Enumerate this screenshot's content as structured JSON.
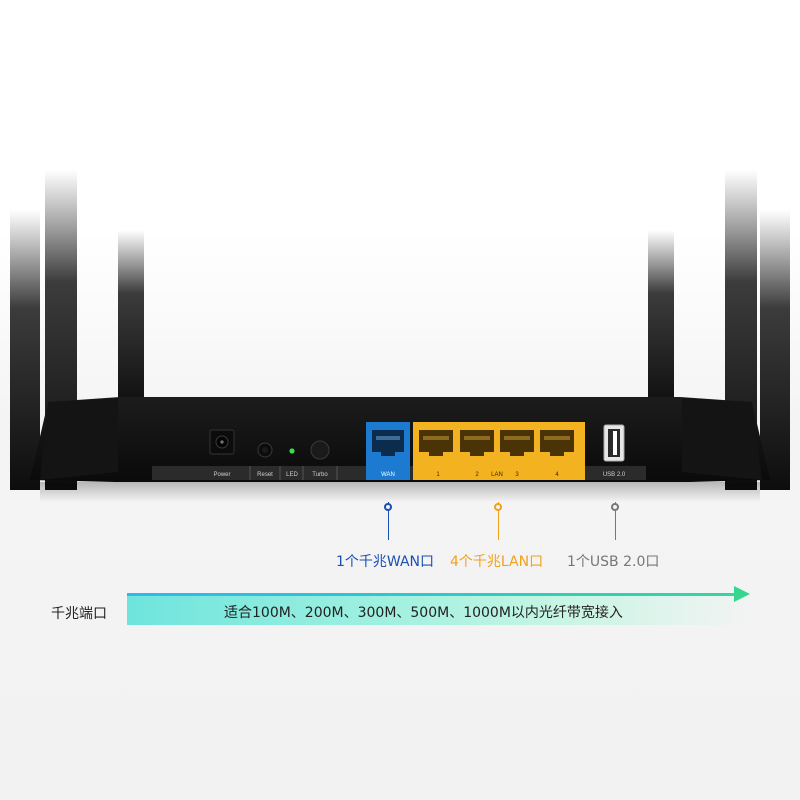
{
  "router": {
    "panel_labels": {
      "power": "Power",
      "reset": "Reset",
      "led": "LED",
      "turbo": "Turbo",
      "wan": "WAN",
      "lan_1": "1",
      "lan_2": "2",
      "lan_mid": "LAN",
      "lan_3": "3",
      "lan_4": "4",
      "usb": "USB 2.0"
    }
  },
  "callouts": {
    "wan": "1个千兆WAN口",
    "lan": "4个千兆LAN口",
    "usb": "1个USB 2.0口"
  },
  "band": {
    "side_title": "千兆端口",
    "text": "适合100M、200M、300M、500M、1000M以内光纤带宽接入"
  },
  "colors": {
    "wan": "#1a4fb5",
    "lan": "#f0a21c",
    "usb": "#777777",
    "wan_port": "#1c7bd0",
    "lan_port": "#f3b321"
  }
}
